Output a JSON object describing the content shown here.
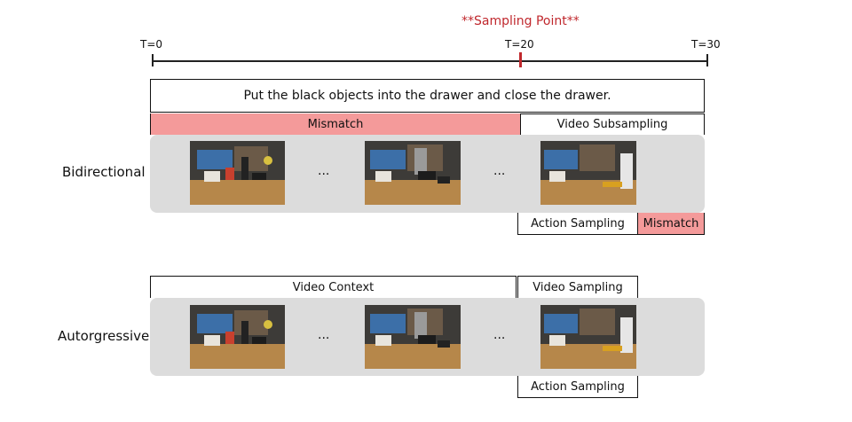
{
  "timeline": {
    "sampling_point_label": "**Sampling Point**",
    "ticks": [
      "T=0",
      "T=20",
      "T=30"
    ]
  },
  "instruction": "Put the black objects into the drawer and close the drawer.",
  "bidirectional": {
    "label": "Bidirectional",
    "mismatch_top": "Mismatch",
    "video_subsampling": "Video Subsampling",
    "action_sampling": "Action Sampling",
    "mismatch_bottom": "Mismatch",
    "ellipsis": [
      "...",
      "..."
    ]
  },
  "autoregressive": {
    "label": "Autorgressive",
    "video_context": "Video Context",
    "video_sampling": "Video Sampling",
    "action_sampling": "Action Sampling",
    "ellipsis": [
      "...",
      "..."
    ]
  },
  "colors": {
    "mismatch": "#f49a9a",
    "sampling_point": "#c0282d",
    "panel": "#dcdcdc"
  },
  "icons": [
    "robot-scene-frame"
  ]
}
